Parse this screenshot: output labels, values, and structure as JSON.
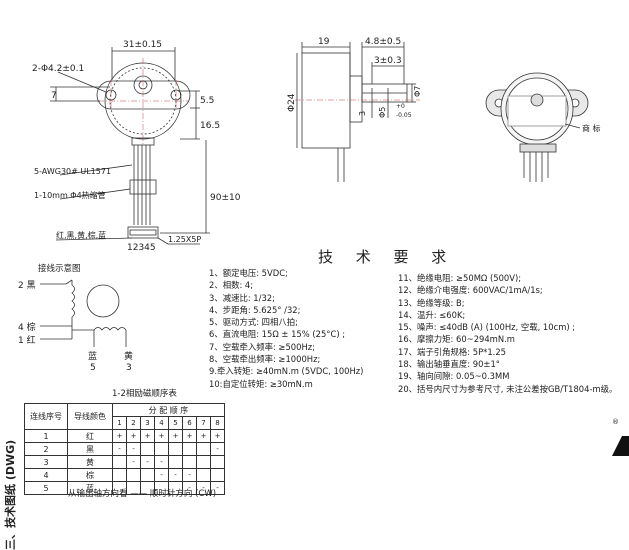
{
  "dims": {
    "width_31": "31±0.15",
    "hole": "2-Φ4.2±0.1",
    "d_7": "7",
    "d_55": "5.5",
    "d_165": "16.5",
    "d_9010": "90±10",
    "wire": "5-AWG30# UL1571",
    "sleeve": "1-10mm Φ4热缩管",
    "colors_label": "红,黑,黄,棕,蓝",
    "pins": "12345",
    "connector": "1.25X5P",
    "d_19": "19",
    "d_48": "4.8±0.5",
    "d_3": "3±0.3",
    "d_dia24": "Φ24",
    "d_dia7": "Φ7",
    "d_dia5": "Φ5",
    "tol_up": "+0",
    "tol_dn": "-0.05",
    "d_3_flat": "3",
    "trademark": "商 标"
  },
  "wiring": {
    "title": "接线示意图",
    "l2": "2 黑",
    "l4": "4 棕",
    "l1": "1 红",
    "l5": "蓝",
    "l5n": "5",
    "l3": "黄",
    "l3n": "3"
  },
  "spec": {
    "title": "技 术 要 求",
    "left": [
      "1、额定电压: 5VDC;",
      "2、相数: 4;",
      "3、减速比: 1/32;",
      "4、步距角: 5.625° /32;",
      "5、驱动方式: 四相八拍;",
      "6、直流电阻: 15Ω ± 15% (25°C) ;",
      "7、空载牵入频率: ≥500Hz;",
      "8、空载牵出频率: ≥1000Hz;",
      "9.牵入转矩: ≥40mN.m (5VDC, 100Hz)",
      "10:自定位转矩: ≥30mN.m"
    ],
    "right": [
      "11、绝缘电阻: ≥50MΩ (500V);",
      "12、绝缘介电强度: 600VAC/1mA/1s;",
      "13、绝缘等级: B;",
      "14、温升: ≤60K;",
      "15、噪声: ≤40dB (A) (100Hz, 空载, 10cm) ;",
      "16、摩擦力矩: 60~294mN.m",
      "17、端子引角规格: 5P*1.25",
      "18、输出轴垂直度: 90±1°",
      "19、轴向间隙: 0.05~0.3MM",
      "20、括号内尺寸为参考尺寸, 未注公差按GB/T1804-m级。"
    ]
  },
  "table": {
    "caption": "1-2相励磁顺序表",
    "h_seq": "连线序号",
    "h_color": "导线颜色",
    "h_order": "分 配 顺 序",
    "steps": [
      "1",
      "2",
      "3",
      "4",
      "5",
      "6",
      "7",
      "8"
    ],
    "rows": [
      {
        "n": "1",
        "c": "红",
        "d": [
          "+",
          "+",
          "+",
          "+",
          "+",
          "+",
          "+",
          "+"
        ]
      },
      {
        "n": "2",
        "c": "黑",
        "d": [
          "-",
          "-",
          "",
          "",
          "",
          "",
          "",
          "-"
        ]
      },
      {
        "n": "3",
        "c": "黄",
        "d": [
          "",
          "-",
          "-",
          "-",
          "",
          "",
          "",
          ""
        ]
      },
      {
        "n": "4",
        "c": "棕",
        "d": [
          "",
          "",
          "",
          "-",
          "-",
          "-",
          "",
          ""
        ]
      },
      {
        "n": "5",
        "c": "蓝",
        "d": [
          "",
          "",
          "",
          "",
          "",
          "-",
          "-",
          "-"
        ]
      }
    ],
    "footer": "从输出轴方向看 —— 顺时针方向 (CW)"
  },
  "sidebar": "三、技术图纸 (DWG)",
  "corner_mark": "®"
}
